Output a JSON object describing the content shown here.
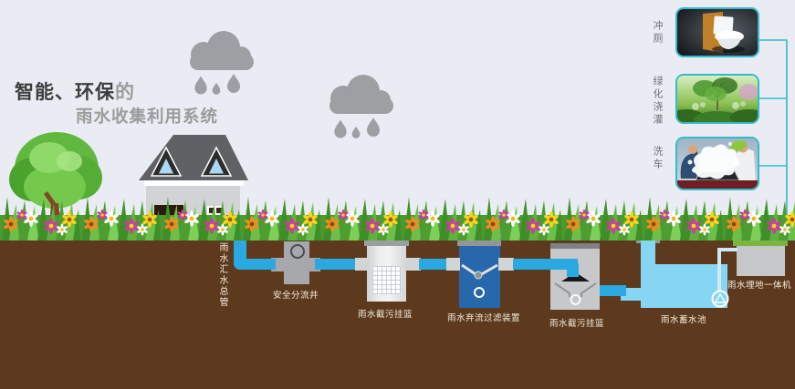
{
  "title": {
    "bold": "智能、环保",
    "suffix": "的",
    "line2": "雨水收集利用系统"
  },
  "system": {
    "main_pipe": "雨水汇水总管",
    "diversion_well": "安全分流井",
    "sewage_basket_1": "雨水截污挂篮",
    "discard_filter": "雨水弃流过滤装置",
    "sewage_basket_2": "雨水截污挂篮",
    "storage_tank": "雨水蓄水池",
    "buried_unit": "雨水埋地一体机"
  },
  "usages": [
    {
      "label": "冲厕"
    },
    {
      "label": "绿化浇灌"
    },
    {
      "label": "洗车"
    }
  ],
  "colors": {
    "sky": "#e9edf3",
    "soil": "#5d3a1d",
    "pipe_blue": "#29a9e0",
    "tank_blue": "#86d5f2",
    "filter_blue": "#2767ab",
    "connector_teal": "#38b8ca",
    "machine_green": "#7cb342",
    "cloud_gray": "#9d9fa2"
  }
}
